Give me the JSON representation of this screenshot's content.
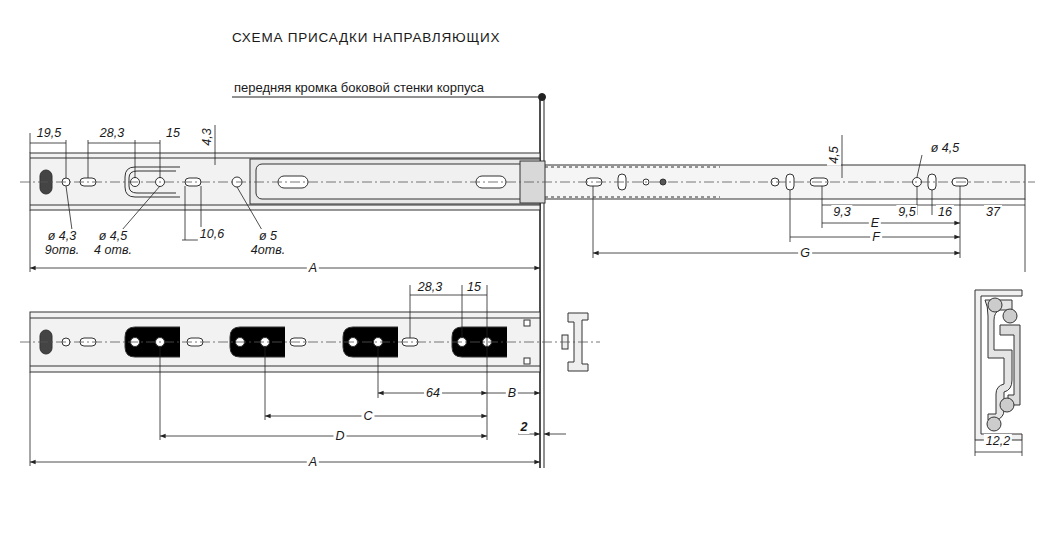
{
  "diagram": {
    "title": "СХЕМА ПРИСАДКИ НАПРАВЛЯЮЩИХ",
    "labels": [
      "передняя кромка боковой стенки корпуса",
      "19,5",
      "28,3",
      "15",
      "4,3",
      "ø 4,3",
      "9отв.",
      "ø 4,5",
      "4 отв.",
      "10,6",
      "ø 5",
      "4отв.",
      "A",
      "4,5",
      "ø 4,5",
      "9,3",
      "9,5",
      "16",
      "37",
      "E",
      "F",
      "G",
      "28,3",
      "15",
      "64",
      "B",
      "C",
      "D",
      "A",
      "2",
      "12,2"
    ]
  }
}
